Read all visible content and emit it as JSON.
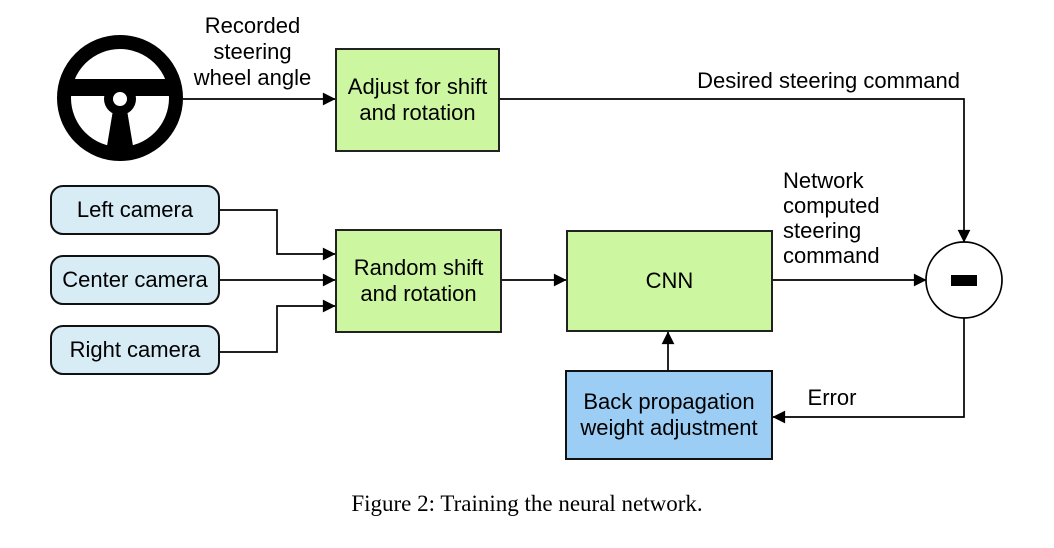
{
  "colors": {
    "ink": "#000000",
    "text": "#000000",
    "green_fill": "#ccf6a0",
    "green_border": "#222222",
    "camera_fill": "#d8ecf6",
    "camera_border": "#111111",
    "blue_fill": "#9bcdf5",
    "blue_border": "#111111"
  },
  "icons": {
    "steering_wheel": "steering-wheel-icon",
    "minus": "minus-icon"
  },
  "nodes": {
    "adjust": {
      "label": "Adjust for shift\nand rotation"
    },
    "random": {
      "label": "Random shift\nand rotation"
    },
    "cnn": {
      "label": "CNN"
    },
    "backprop": {
      "label": "Back propagation\nweight adjustment"
    },
    "left_camera": {
      "label": "Left camera"
    },
    "center_camera": {
      "label": "Center camera"
    },
    "right_camera": {
      "label": "Right camera"
    }
  },
  "labels": {
    "recorded": "Recorded\nsteering\nwheel angle",
    "desired": "Desired steering command",
    "network": "Network\ncomputed\nsteering\ncommand",
    "error": "Error"
  },
  "caption": "Figure 2: Training the neural network."
}
